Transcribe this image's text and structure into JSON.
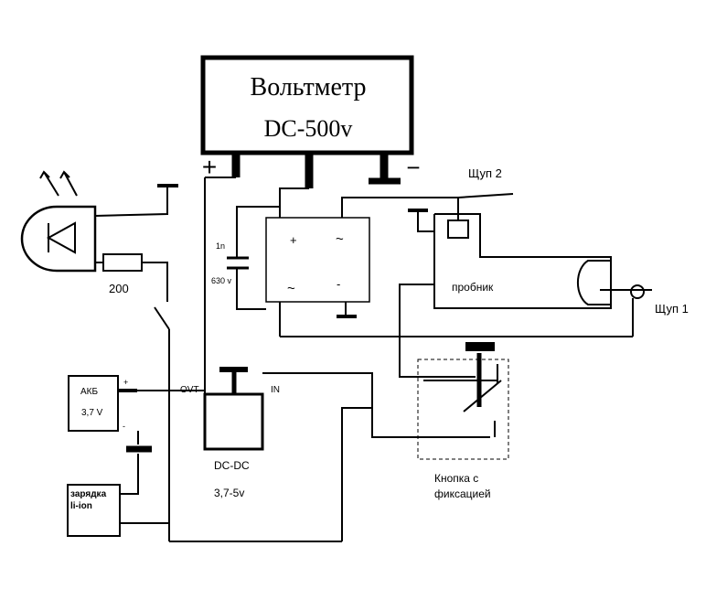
{
  "voltmeter": {
    "line1": "Вольтметр",
    "line2": "DC-500v",
    "plus": "+",
    "minus": "−"
  },
  "probe2": "Щуп 2",
  "probe1": "Щуп 1",
  "probe_box": {
    "label": "пробник"
  },
  "resistor": {
    "value": "200"
  },
  "capacitor": {
    "value": "1n",
    "voltage": "630 v"
  },
  "bridge": {
    "plus": "+",
    "minus": "-",
    "ac1": "~",
    "ac2": "~"
  },
  "battery": {
    "name": "АКБ",
    "voltage": "3,7 V",
    "plus": "+",
    "minus": "-"
  },
  "charger": {
    "line1": "зарядка",
    "line2": "li-ion"
  },
  "dcdc": {
    "out": "OVT",
    "in": "IN",
    "name": "DC-DC",
    "range": "3,7-5v"
  },
  "button": {
    "line1": "Кнопка с",
    "line2": "фиксацией"
  }
}
